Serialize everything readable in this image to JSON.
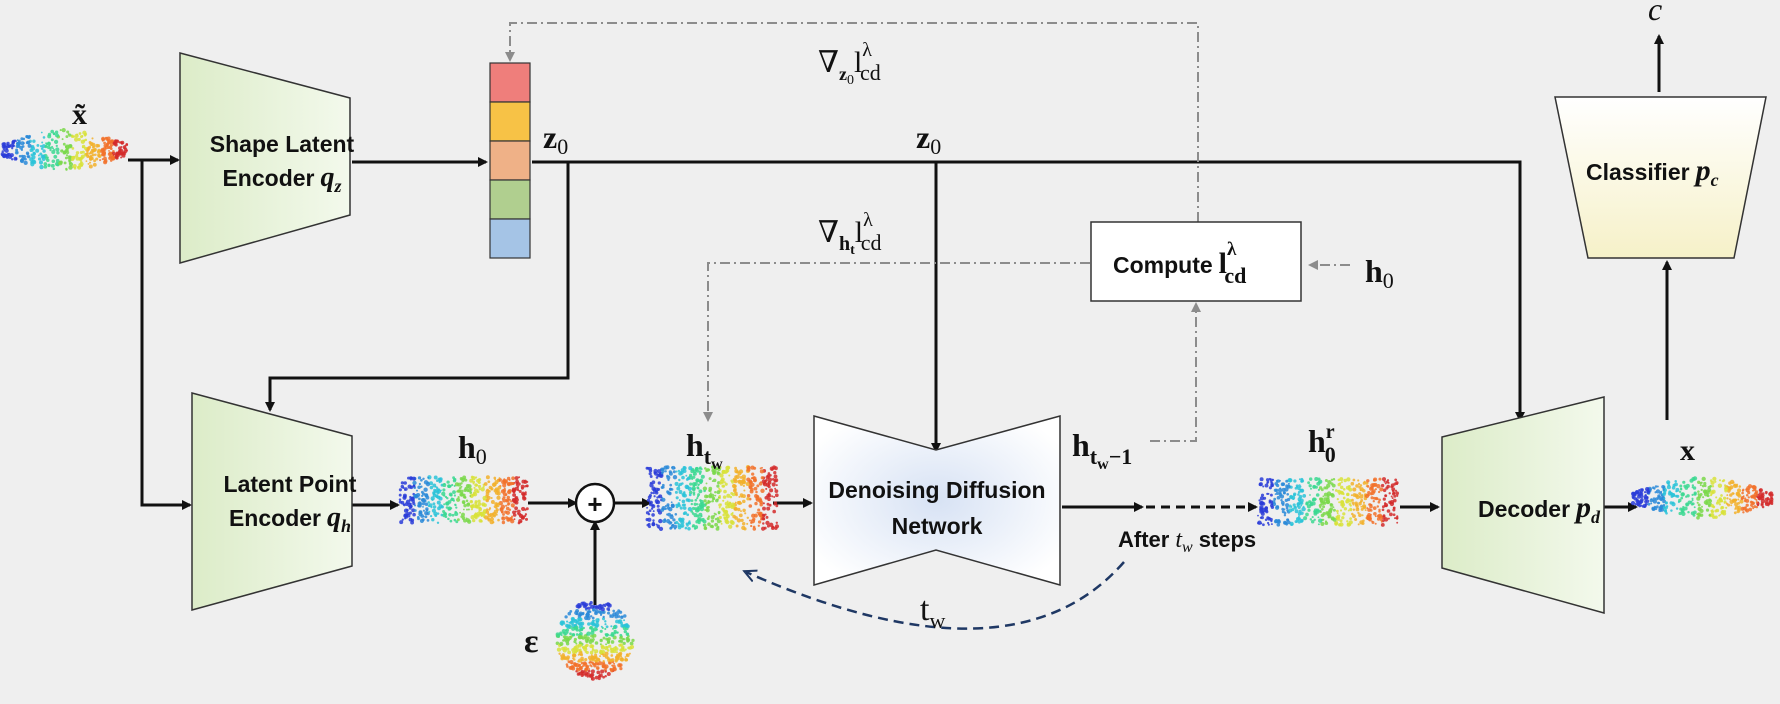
{
  "modules": {
    "shape_encoder": {
      "line1": "Shape Latent",
      "line2": "Encoder",
      "sym": "q",
      "sub": "z"
    },
    "point_encoder": {
      "line1": "Latent Point",
      "line2": "Encoder",
      "sym": "q",
      "sub": "h"
    },
    "diffusion": {
      "line1": "Denoising Diffusion",
      "line2": "Network"
    },
    "decoder": {
      "label": "Decoder",
      "sym": "p",
      "sub": "d"
    },
    "classifier": {
      "label": "Classifier",
      "sym": "p",
      "sub": "c"
    },
    "compute": {
      "label": "Compute",
      "sym": "l",
      "sup": "λ",
      "sub": "cd"
    }
  },
  "variables": {
    "x_tilde": "x̃",
    "x": "x",
    "c": "c",
    "epsilon": "ε",
    "z0_a": {
      "base": "z",
      "sub": "0"
    },
    "z0_b": {
      "base": "z",
      "sub": "0"
    },
    "h0_left": {
      "base": "h",
      "sub": "0"
    },
    "h0_right": {
      "base": "h",
      "sub": "0"
    },
    "h_tw": {
      "base": "h",
      "sub": "t",
      "subsub": "w"
    },
    "h_tw_minus": {
      "base": "h",
      "sub": "t",
      "subsub": "w",
      "tail": "−1"
    },
    "h0r": {
      "base": "h",
      "sub": "0",
      "sup": "r"
    },
    "tw": {
      "base": "t",
      "sub": "w"
    },
    "grad_z": {
      "nabla": "∇",
      "base": "z",
      "sub": "0",
      "sym": "l",
      "sup": "λ",
      "ssub": "cd"
    },
    "grad_h": {
      "nabla": "∇",
      "base": "h",
      "sub": "t",
      "sym": "l",
      "sup": "λ",
      "ssub": "cd"
    }
  },
  "annotations": {
    "after_steps": {
      "pre": "After",
      "sym": "t",
      "sub": "w",
      "post": "steps"
    },
    "plus": "+"
  },
  "colors": {
    "encoder_fill": "#e6f2d8",
    "classifier_fill": "#fbf7dc",
    "diffusion_center": "#dde6f5",
    "latent_cells": [
      "#ef7e7b",
      "#f7c246",
      "#efb187",
      "#b0cf8f",
      "#a5c4e6"
    ],
    "gradient_line": "#8c8c8c",
    "loop_arrow": "#1f3864"
  }
}
